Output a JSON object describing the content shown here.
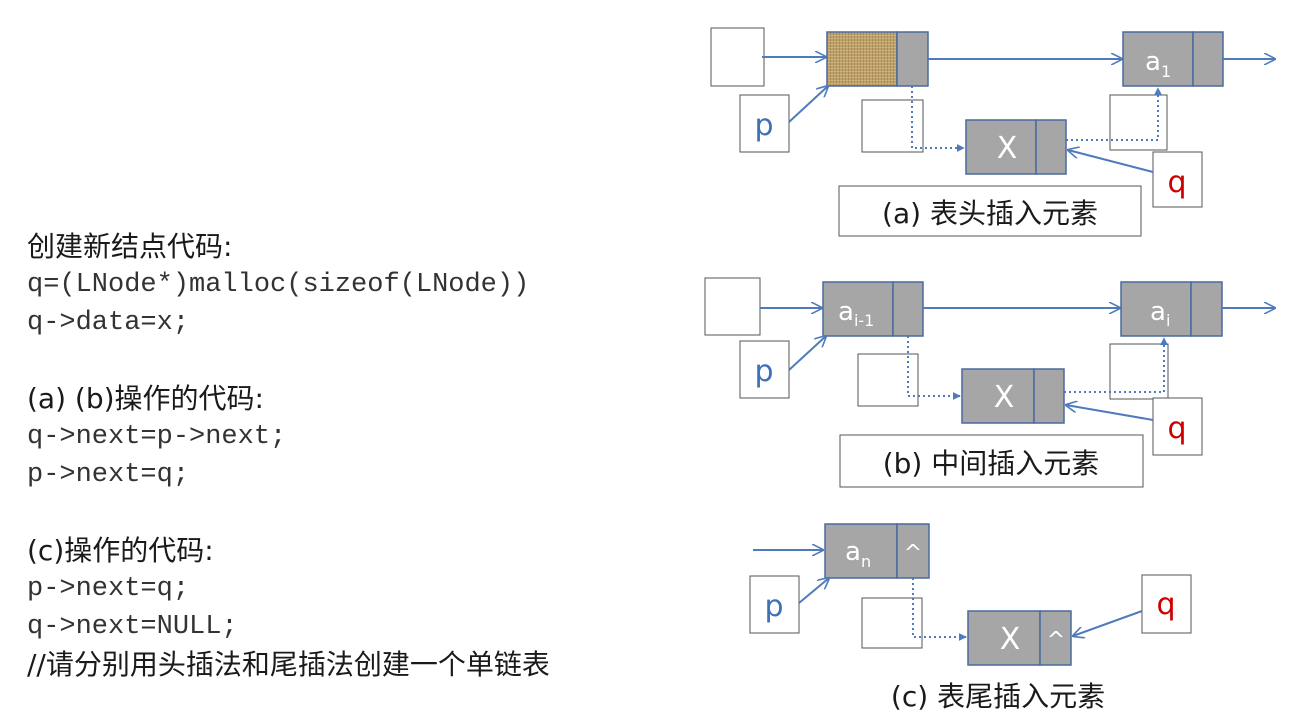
{
  "code_panel": {
    "create_heading": "创建新结点代码:",
    "create_line1": "q=(LNode*)malloc(sizeof(LNode))",
    "create_line2": "q->data=x;",
    "ab_heading": "(a) (b)操作的代码:",
    "ab_line1": "q->next=p->next;",
    "ab_line2": "p->next=q;",
    "c_heading": "(c)操作的代码:",
    "c_line1": "p->next=q;",
    "c_line2": "q->next=NULL;",
    "comment": "//请分别用头插法和尾插法创建一个单链表"
  },
  "diagram_a": {
    "caption": "(a) 表头插入元素",
    "pointer_p": "p",
    "pointer_q": "q",
    "node_a1": "a",
    "node_a1_sub": "1",
    "new_node": "X"
  },
  "diagram_b": {
    "caption": "(b) 中间插入元素",
    "pointer_p": "p",
    "pointer_q": "q",
    "node_prev": "a",
    "node_prev_sub": "i-1",
    "node_ai": "a",
    "node_ai_sub": "i",
    "new_node": "X"
  },
  "diagram_c": {
    "caption": "(c) 表尾插入元素",
    "pointer_p": "p",
    "pointer_q": "q",
    "node_an": "a",
    "node_an_sub": "n",
    "null_mark": "^",
    "new_node": "X",
    "new_null_mark": "^"
  },
  "colors": {
    "arrow": "#4f7bbd",
    "node_fill": "#a6a6a6",
    "node_stroke": "#4a6a9e",
    "p_label": "#3f6fb5",
    "q_label": "#cc0000",
    "head_texture": "#c2a36b"
  }
}
